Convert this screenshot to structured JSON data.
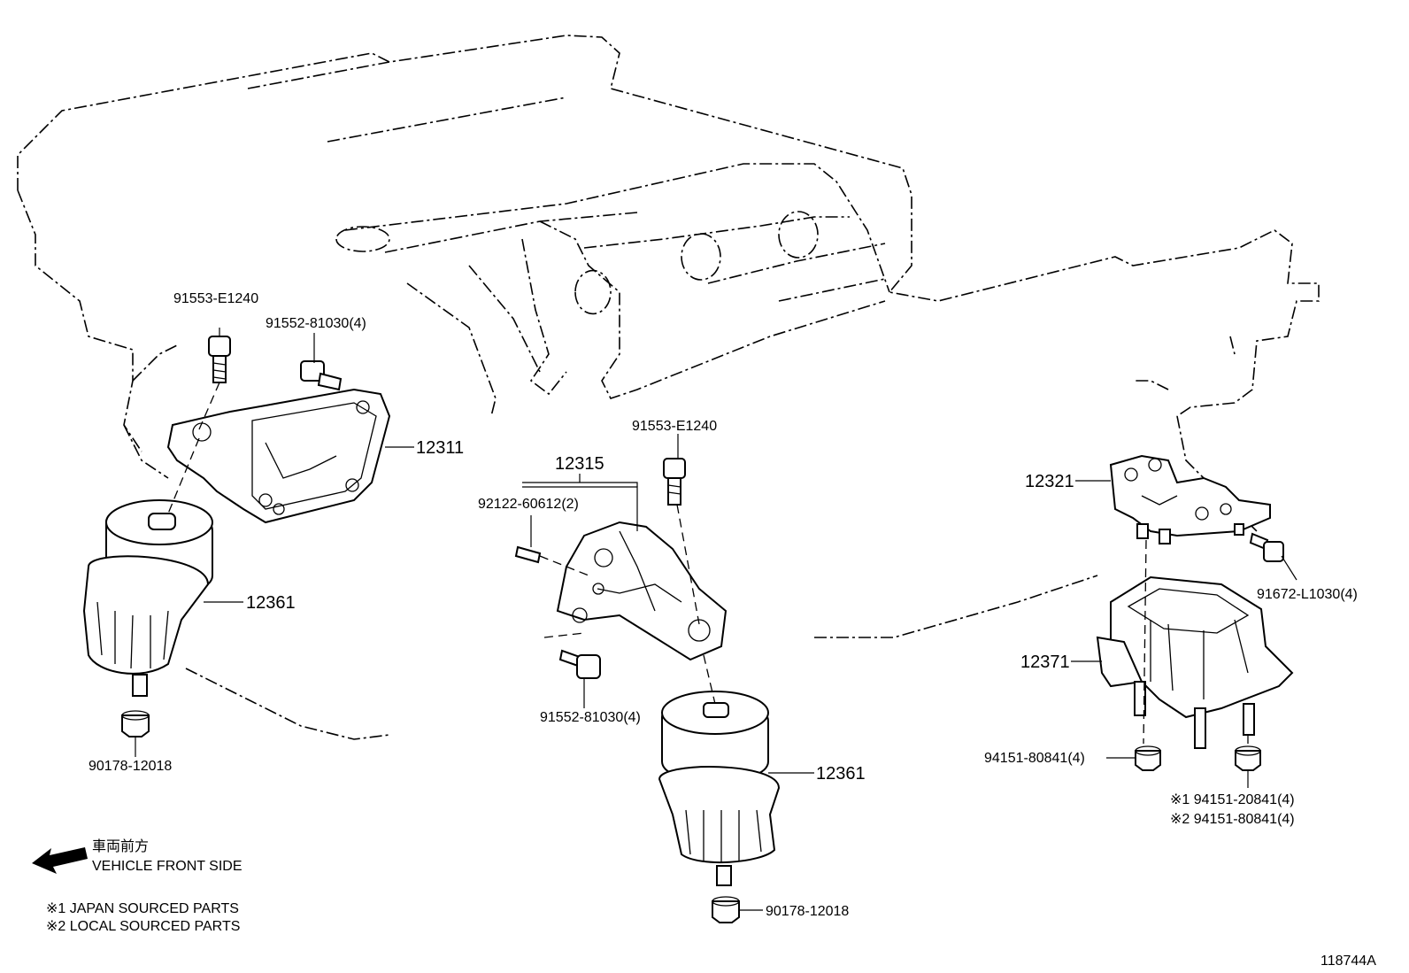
{
  "diagram_id": "118744A",
  "legend": {
    "front_side_jp": "車両前方",
    "front_side_en": "VEHICLE FRONT SIDE",
    "note1": "※1 JAPAN SOURCED PARTS",
    "note2": "※2 LOCAL SOURCED PARTS"
  },
  "callouts": {
    "left_bolt_top": "91553-E1240",
    "left_bolt_4": "91552-81030(4)",
    "left_bracket": "12311",
    "left_insulator": "12361",
    "left_nut": "90178-12018",
    "center_bracket": "12315",
    "center_stud": "92122-60612(2)",
    "center_bolt_top": "91553-E1240",
    "center_bolt_4": "91552-81030(4)",
    "center_insulator": "12361",
    "center_nut": "90178-12018",
    "rear_bracket": "12321",
    "rear_bolt": "91672-L1030(4)",
    "rear_insulator": "12371",
    "rear_nut": "94151-80841(4)",
    "rear_nut_jp": "※1  94151-20841(4)",
    "rear_nut_local": "※2  94151-80841(4)"
  },
  "icons": {
    "direction_arrow": "arrow-left-icon"
  }
}
